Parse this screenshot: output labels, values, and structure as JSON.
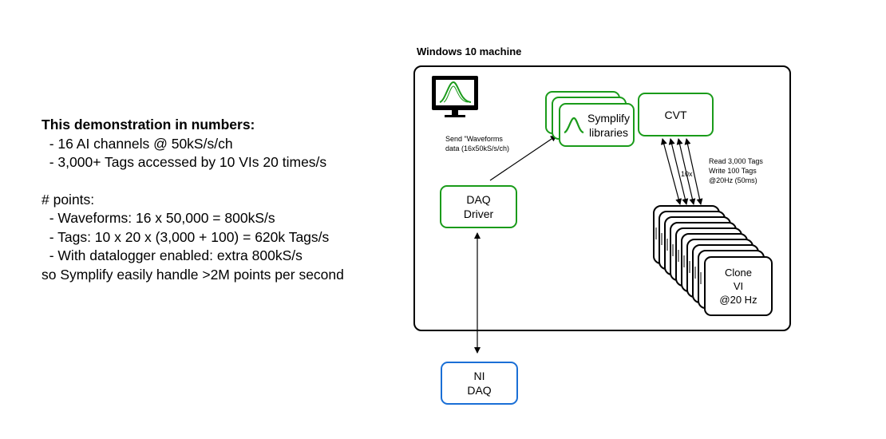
{
  "summary": {
    "heading": "This demonstration in numbers:",
    "lines": [
      "  - 16 AI channels @ 50kS/s/ch",
      "  - 3,000+ Tags accessed by 10 VIs 20 times/s"
    ],
    "points_heading": "# points:",
    "points_lines": [
      "  - Waveforms: 16 x 50,000 = 800kS/s",
      "  - Tags: 10 x 20 x (3,000 + 100) = 620k Tags/s",
      "  - With datalogger enabled: extra 800kS/s"
    ],
    "conclusion": "so Symplify easily handle >2M points per second"
  },
  "machine": {
    "title": "Windows 10 machine"
  },
  "nodes": {
    "monitor_icon": "monitor-icon",
    "symplify": "Symplify\nlibraries",
    "cvt": "CVT",
    "daq_driver": "DAQ\nDriver",
    "clone_vi": "Clone\nVI\n@20 Hz",
    "ni_daq": "NI\nDAQ"
  },
  "annotations": {
    "send_waveforms": "Send \"Waveforms\ndata (16x50kS/s/ch)",
    "multiplier": "10x",
    "read_write": "Read 3,000 Tags\nWrite 100 Tags\n@20Hz (50ms)"
  },
  "colors": {
    "green": "#1a9b1a",
    "blue": "#1a6fd6",
    "black": "#000000"
  }
}
